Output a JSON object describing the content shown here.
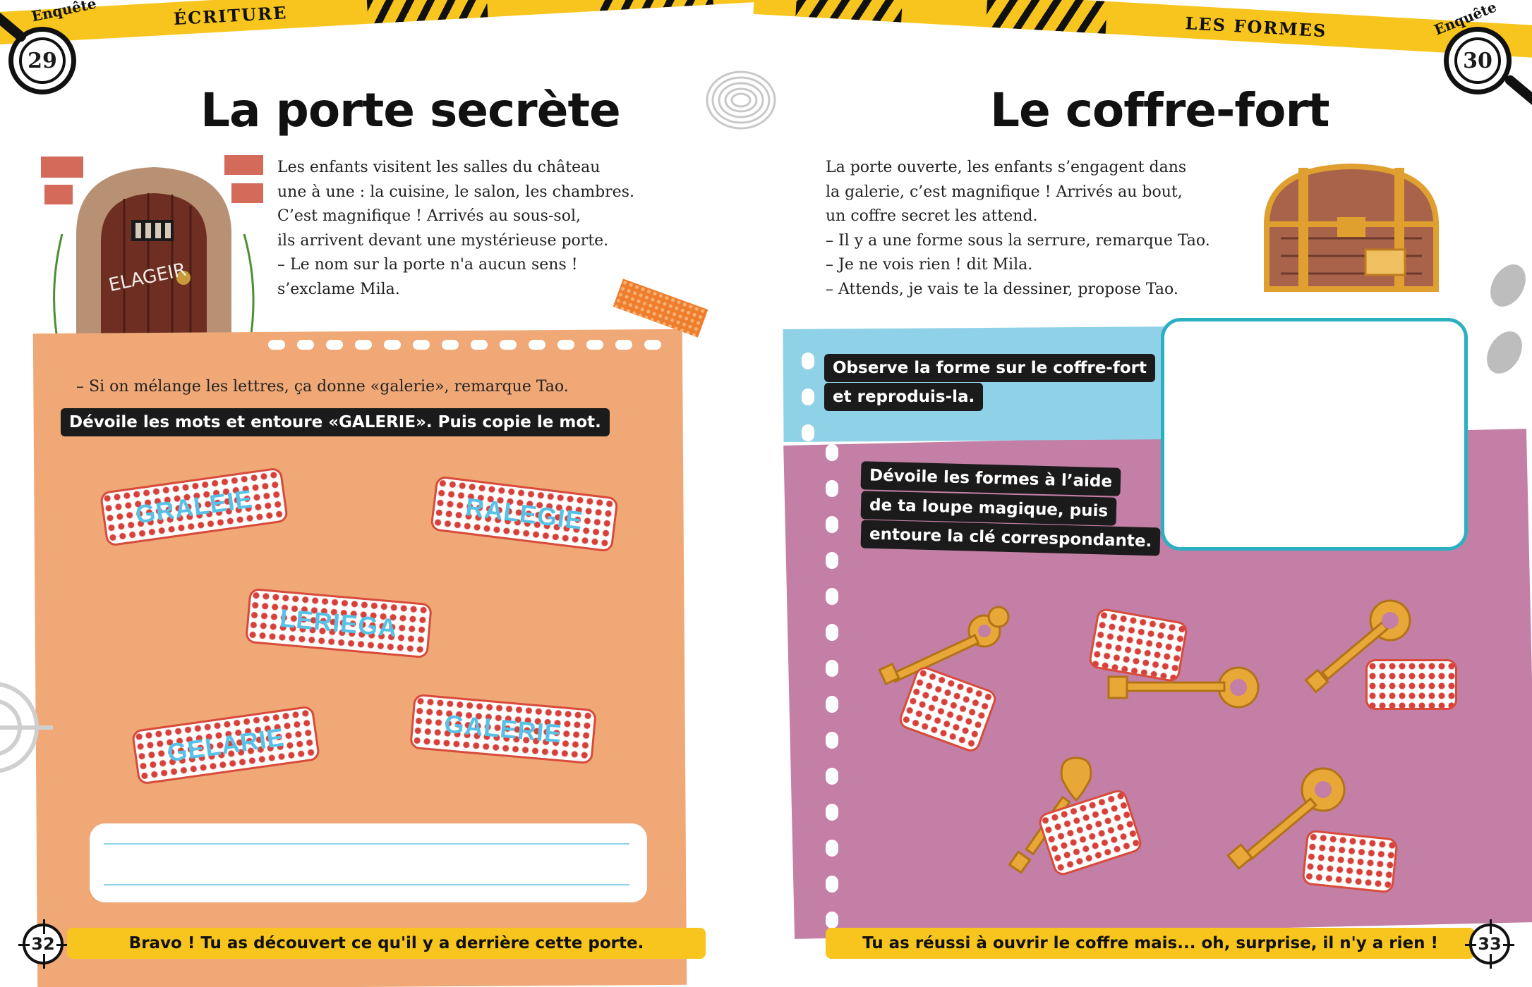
{
  "colors": {
    "tape": "#f7c51d",
    "orange_note": "#efa876",
    "blue_note": "#8fd2e8",
    "purple_note": "#c37fa5",
    "plaster_red": "#d8403a",
    "plaster_text": "#57c2e8",
    "draw_border": "#2bb0c2"
  },
  "left_page": {
    "badge_caption": "Enquête",
    "badge_number": "29",
    "section": "ÉCRITURE",
    "title": "La porte secrète",
    "door_inscription": "ELAGEIR",
    "story": [
      "Les enfants visitent les salles du château",
      "une à une : la cuisine, le salon, les chambres.",
      "C’est magnifique ! Arrivés au sous-sol,",
      "ils arrivent devant une mystérieuse porte.",
      "– Le nom sur la porte n'a aucun sens !",
      "s’exclame Mila."
    ],
    "dialogue": "– Si on mélange les lettres, ça donne «galerie», remarque Tao.",
    "instruction": "Dévoile les mots et entoure «GALERIE». Puis copie le mot.",
    "words": [
      "GRALEIE",
      "RALEGIE",
      "LERIEGA",
      "GELARIE",
      "GALERIE"
    ],
    "footer": "Bravo ! Tu as découvert ce qu'il y a derrière cette porte.",
    "page_number": "32"
  },
  "right_page": {
    "badge_caption": "Enquête",
    "badge_number": "30",
    "section": "LES FORMES",
    "title": "Le coffre-fort",
    "story": [
      "La porte ouverte, les enfants s’engagent dans",
      "la galerie, c’est magnifique ! Arrivés au bout,",
      "un coffre secret les attend.",
      "– Il y a une forme sous la serrure, remarque Tao.",
      "– Je ne vois rien ! dit Mila.",
      "– Attends, je vais te la dessiner, propose Tao."
    ],
    "instruction1": [
      "Observe la forme sur le coffre-fort",
      "et reproduis-la."
    ],
    "instruction2": [
      "Dévoile les formes à l’aide",
      "de ta loupe magique, puis",
      "entoure la clé correspondante."
    ],
    "footer": "Tu as réussi à ouvrir le coffre mais... oh, surprise, il n'y a rien !",
    "page_number": "33"
  }
}
